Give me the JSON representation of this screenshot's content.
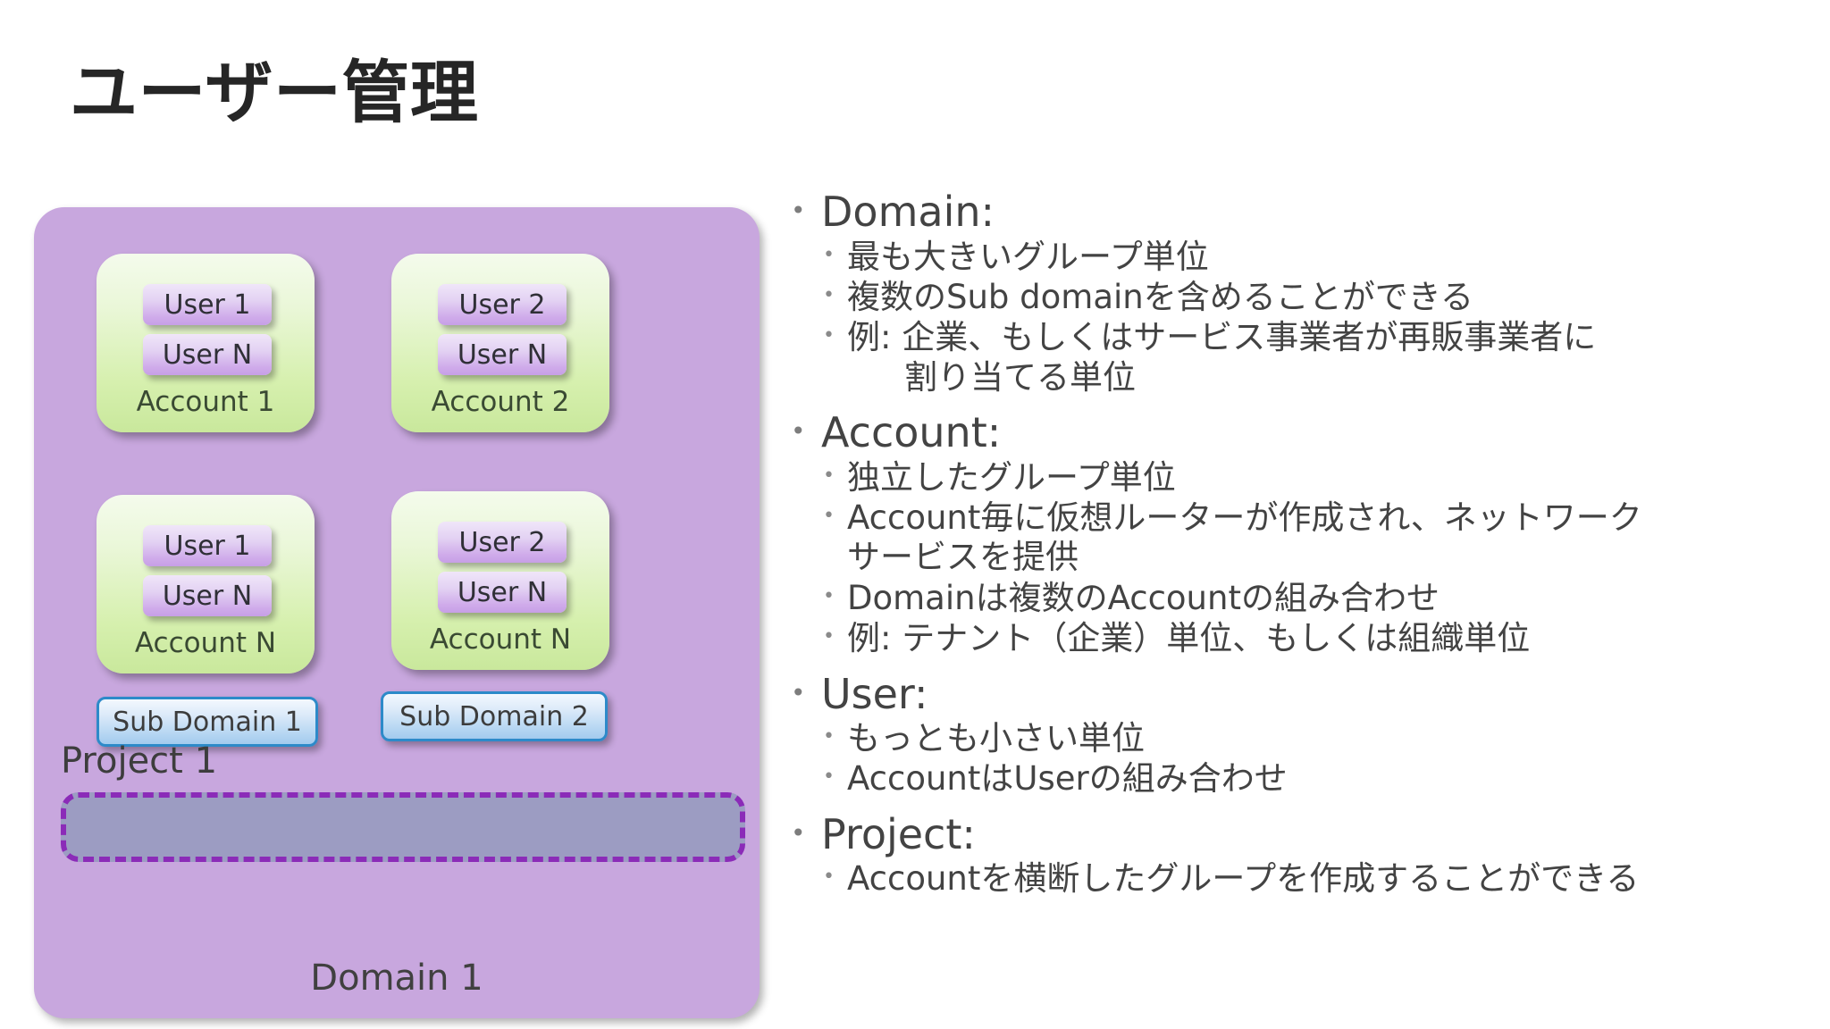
{
  "slide": {
    "title": "ユーザー管理"
  },
  "diagram": {
    "domain_label": "Domain 1",
    "project_label": "Project 1",
    "accounts": [
      {
        "label": "Account 1",
        "users": [
          "User 1",
          "User N"
        ]
      },
      {
        "label": "Account 2",
        "users": [
          "User 2",
          "User N"
        ]
      },
      {
        "label": "Account N",
        "users": [
          "User 1",
          "User N"
        ]
      },
      {
        "label": "Account N",
        "users": [
          "User 2",
          "User N"
        ]
      }
    ],
    "subdomains": [
      "Sub Domain 1",
      "Sub Domain 2"
    ],
    "colors": {
      "domain_fill": "#c8a7de",
      "account_fill_top": "#f4fbec",
      "account_fill_bottom": "#c9e89c",
      "user_fill_top": "#f0e6f9",
      "user_fill_bottom": "#c79fe6",
      "subdomain_border": "#2d8ac9",
      "subdomain_fill_top": "#f3f8fe",
      "subdomain_fill_bottom": "#a3cbee",
      "project_dash": "#8b2bb8",
      "project_tint": "rgba(56,132,128,0.30)",
      "text": "#404040"
    }
  },
  "bullets": [
    {
      "heading": "Domain:",
      "items": [
        {
          "text": "最も大きいグループ単位"
        },
        {
          "text": "複数のSub domainを含めることができる"
        },
        {
          "text": "例: 企業、もしくはサービス事業者が再販事業者に",
          "cont": "割り当てる単位",
          "cont_indent": true
        }
      ]
    },
    {
      "heading": "Account:",
      "items": [
        {
          "text": "独立したグループ単位"
        },
        {
          "text": "Account毎に仮想ルーターが作成され、ネットワーク",
          "cont": "サービスを提供",
          "cont_indent": false
        },
        {
          "text": "Domainは複数のAccountの組み合わせ"
        },
        {
          "text": "例: テナント（企業）単位、もしくは組織単位"
        }
      ]
    },
    {
      "heading": "User:",
      "items": [
        {
          "text": "もっとも小さい単位"
        },
        {
          "text": "AccountはUserの組み合わせ"
        }
      ]
    },
    {
      "heading": "Project:",
      "items": [
        {
          "text": "Accountを横断したグループを作成することができる"
        }
      ]
    }
  ],
  "glyphs": {
    "bullet_large": "•",
    "bullet_small": "•"
  }
}
